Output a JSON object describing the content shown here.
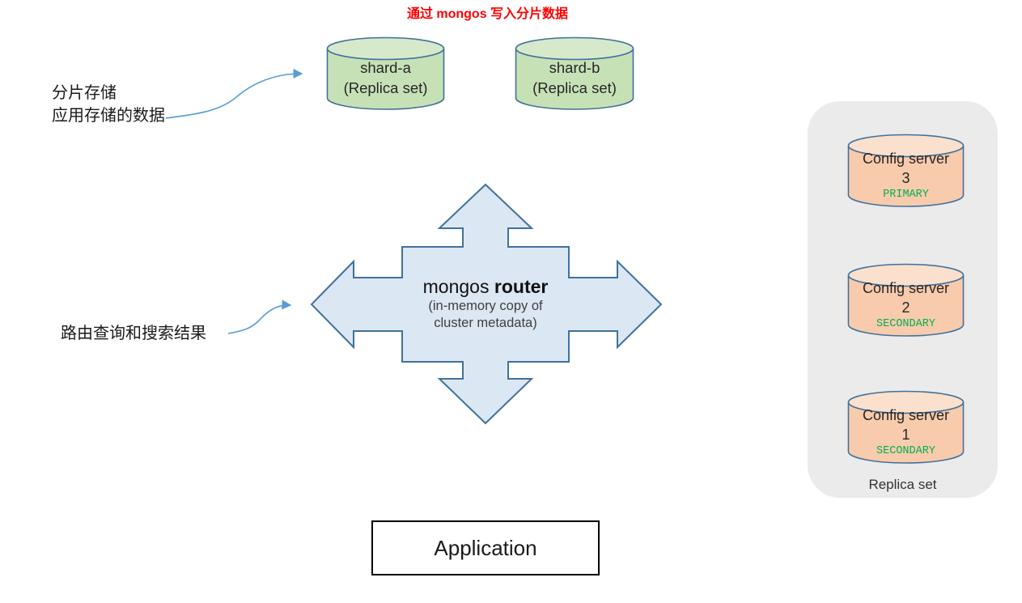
{
  "title": {
    "text": "通过 mongos 写入分片数据",
    "color": "#ff0000"
  },
  "shards": [
    {
      "name": "shard-a",
      "subtitle": "(Replica set)"
    },
    {
      "name": "shard-b",
      "subtitle": "(Replica set)"
    }
  ],
  "annotations": [
    {
      "line1": "分片存储",
      "line2": "应用存储的数据"
    },
    {
      "line1": "路由查询和搜索结果"
    }
  ],
  "router": {
    "title_regular": "mongos",
    "title_bold": "router",
    "subtitle_line1": "(in-memory copy of",
    "subtitle_line2": "cluster metadata)"
  },
  "config_panel": {
    "label": "Replica set",
    "servers": [
      {
        "name": "Config server",
        "number": "3",
        "status": "PRIMARY"
      },
      {
        "name": "Config server",
        "number": "2",
        "status": "SECONDARY"
      },
      {
        "name": "Config server",
        "number": "1",
        "status": "SECONDARY"
      }
    ]
  },
  "application": {
    "label": "Application"
  },
  "colors": {
    "title_red": "#ff0000",
    "shard_fill": "#c7e1b7",
    "shard_top_fill": "#d6e9cb",
    "config_fill": "#f8cbad",
    "config_top_fill": "#fbe0cd",
    "cylinder_stroke": "#41719c",
    "quad_arrow_fill": "#dce7f4",
    "quad_arrow_stroke": "#41719c",
    "connector_blue": "#5b9bd5",
    "status_green": "#00b050",
    "panel_gray": "#ebebeb"
  }
}
